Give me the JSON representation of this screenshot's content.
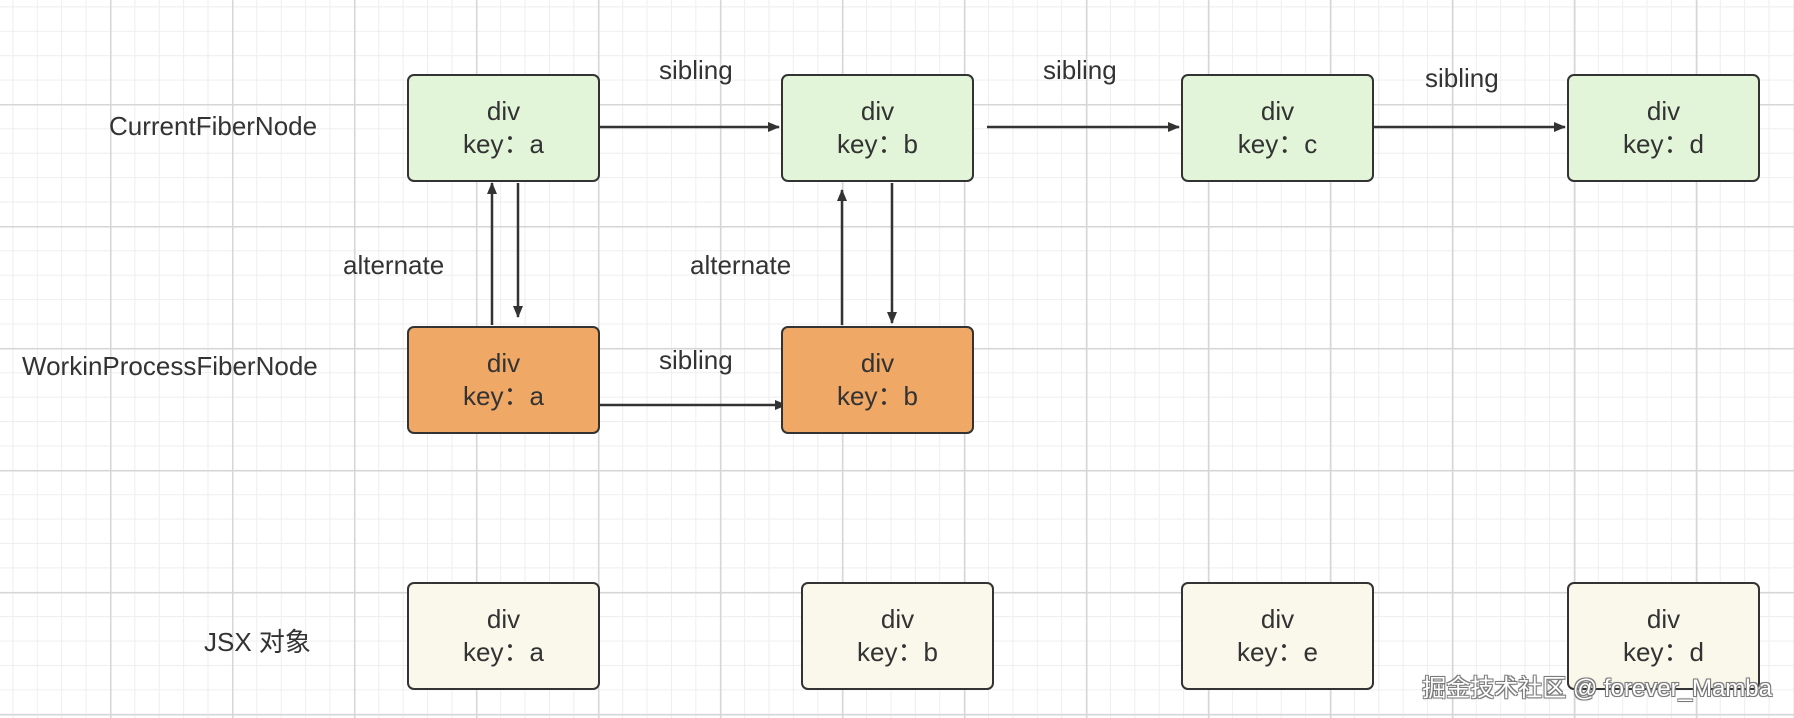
{
  "rows": {
    "current": "CurrentFiberNode",
    "wip": "WorkinProcessFiberNode",
    "jsx": "JSX 对象"
  },
  "edge_labels": {
    "sibling": "sibling",
    "alternate": "alternate"
  },
  "current_nodes": [
    {
      "type": "div",
      "key": "key：a"
    },
    {
      "type": "div",
      "key": "key：b"
    },
    {
      "type": "div",
      "key": "key：c"
    },
    {
      "type": "div",
      "key": "key：d"
    }
  ],
  "wip_nodes": [
    {
      "type": "div",
      "key": "key：a"
    },
    {
      "type": "div",
      "key": "key：b"
    }
  ],
  "jsx_nodes": [
    {
      "type": "div",
      "key": "key：a"
    },
    {
      "type": "div",
      "key": "key：b"
    },
    {
      "type": "div",
      "key": "key：e"
    },
    {
      "type": "div",
      "key": "key：d"
    }
  ],
  "watermark": "掘金技术社区 @ forever_Mamba",
  "colors": {
    "current_fill": "#e2f5d9",
    "wip_fill": "#efa865",
    "jsx_fill": "#f9f8ea",
    "stroke": "#333333"
  }
}
